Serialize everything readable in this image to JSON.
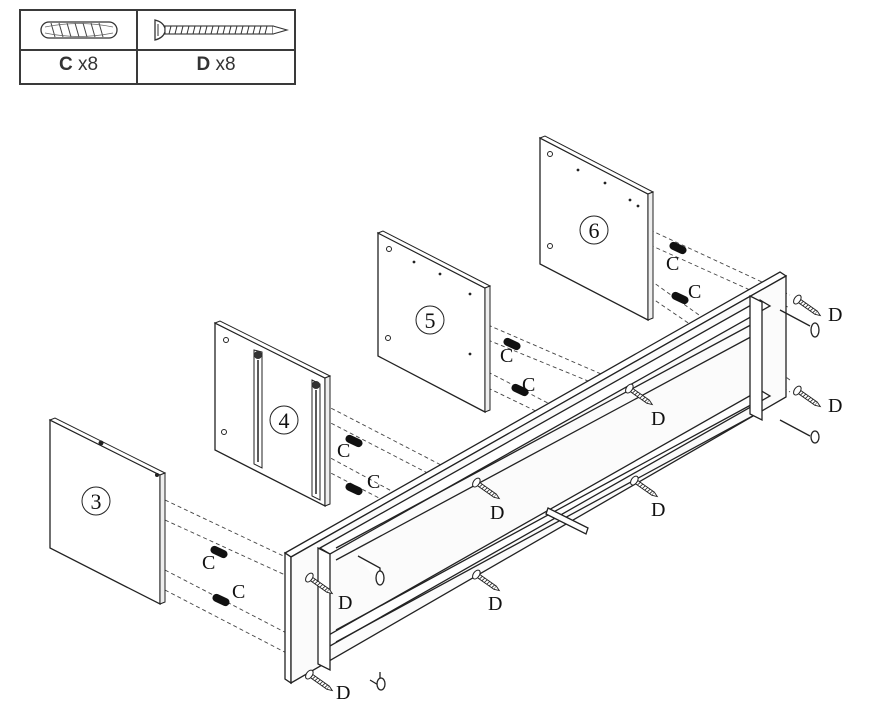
{
  "parts": [
    {
      "letter": "C",
      "qty": "x8",
      "icon": "dowel-icon"
    },
    {
      "letter": "D",
      "qty": "x8",
      "icon": "screw-icon"
    }
  ],
  "panels": [
    "3",
    "4",
    "5",
    "6"
  ],
  "labels": {
    "dowel": "C",
    "screw": "D"
  }
}
